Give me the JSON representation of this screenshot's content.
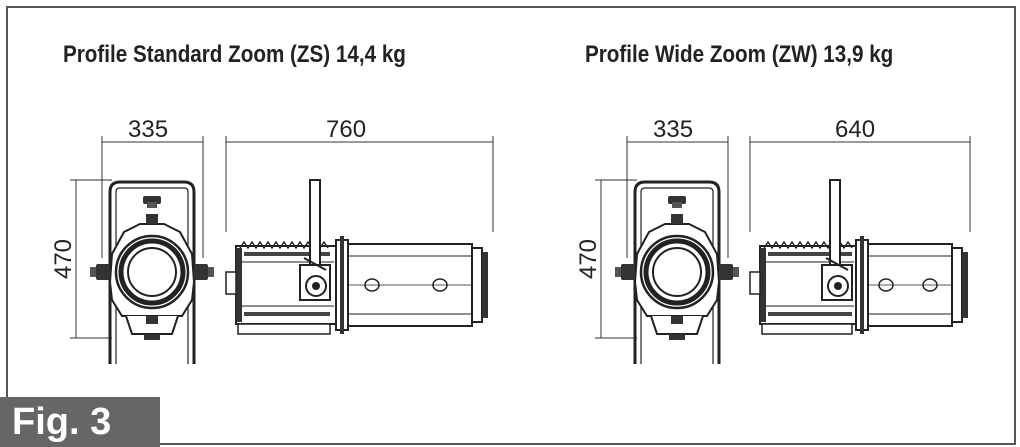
{
  "figure": {
    "label": "Fig. 3",
    "left_title": "Profile Standard Zoom (ZS)  14,4 kg",
    "right_title": "Profile Wide Zoom (ZW)  13,9 kg"
  },
  "left": {
    "front_width": "335",
    "side_length": "760",
    "height": "470"
  },
  "right": {
    "front_width": "335",
    "side_length": "640",
    "height": "470"
  }
}
